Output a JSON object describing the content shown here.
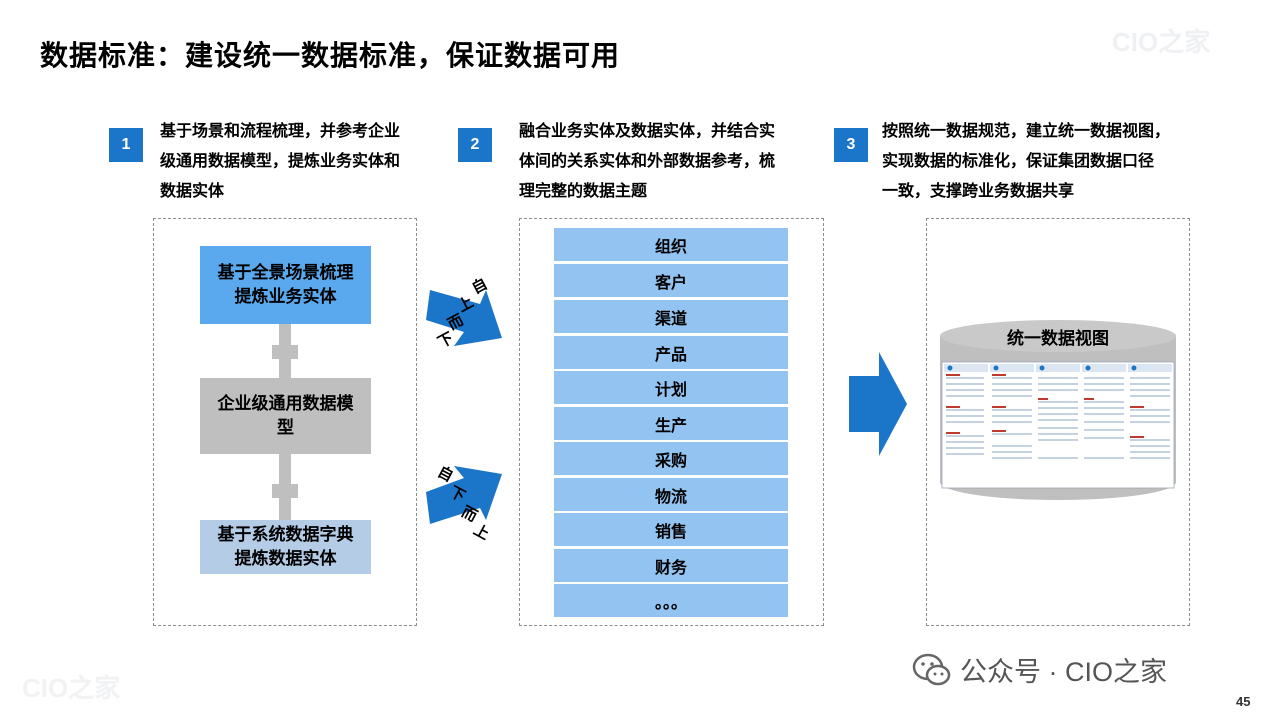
{
  "title": "数据标准：建设统一数据标准，保证数据可用",
  "watermark": "CIO之家",
  "steps": [
    {
      "number": "1",
      "lines": [
        "基于场景和流程梳理，并参考企业",
        "级通用数据模型，提炼业务实体和",
        "数据实体"
      ]
    },
    {
      "number": "2",
      "lines": [
        "融合业务实体及数据实体，并结合实",
        "体间的关系实体和外部数据参考，梳",
        "理完整的数据主题"
      ]
    },
    {
      "number": "3",
      "lines": [
        "按照统一数据规范，建立统一数据视图，",
        "实现数据的标准化，保证集团数据口径",
        "一致，支撑跨业务数据共享"
      ]
    }
  ],
  "left_panel": {
    "top_block": [
      "基于全景场景梳理",
      "提炼业务实体"
    ],
    "middle_block": [
      "企业级通用数据模",
      "型"
    ],
    "bottom_block": [
      "基于系统数据字典",
      "提炼数据实体"
    ]
  },
  "arrows": {
    "top_down": [
      "自",
      "上",
      "而",
      "下"
    ],
    "bottom_up": [
      "自",
      "下",
      "而",
      "上"
    ]
  },
  "themes": [
    "组织",
    "客户",
    "渠道",
    "产品",
    "计划",
    "生产",
    "采购",
    "物流",
    "销售",
    "财务",
    "。。。"
  ],
  "unified_view": {
    "label": "统一数据视图"
  },
  "footer": {
    "brand": "公众号 · CIO之家",
    "page": "45"
  },
  "colors": {
    "accent": "#1b75c9",
    "block_blue": "#5aa9ee",
    "block_gray": "#bfbfbf",
    "block_light": "#b4cce6",
    "theme_row": "#93c4f1"
  }
}
